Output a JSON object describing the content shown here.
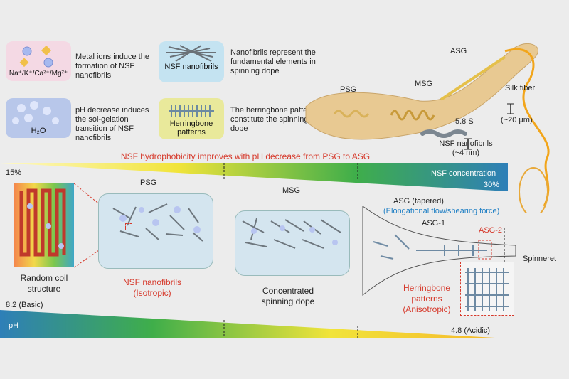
{
  "legend": {
    "metal_ions": {
      "tile_label": "Na⁺/K⁺/Ca²⁺/Mg²⁺",
      "desc": "Metal ions induce the formation of NSF nanofibrils"
    },
    "ph_water": {
      "tile_label": "H₂O",
      "desc": "pH decrease induces the sol-gelation transition of NSF nanofibrils"
    },
    "nsf_nanofibrils": {
      "tile_label": "NSF nanofibrils",
      "desc": "Nanofibrils represent the fundamental elements in spinning dope"
    },
    "herringbone": {
      "tile_label": "Herringbone patterns",
      "desc": "The  herringbone patterns constitute the spinning dope"
    }
  },
  "silkworm": {
    "labels": {
      "psg": "PSG",
      "msg": "MSG",
      "asg": "ASG"
    },
    "silk_fiber": "Silk fiber",
    "fiber_size": "(~20 μm)",
    "sedimentation": "5.8 S",
    "nanofibril_label": "NSF nanofibrils",
    "nanofibril_size": "(~4 nm)"
  },
  "hydrophobicity_label": "NSF hydrophobicity improves with pH decrease from PSG to ASG",
  "concentration_bar": {
    "start": "15%",
    "label": "NSF concentration",
    "end": "30%"
  },
  "section_labels": {
    "psg": "PSG",
    "msg": "MSG",
    "asg": "ASG (tapered)",
    "flow": "(Elongational flow/shearing force)",
    "asg1": "ASG-1",
    "asg2": "ASG-2",
    "spinneret": "Spinneret"
  },
  "captions": {
    "random_coil": "Random coil structure",
    "nsf_isotropic": "NSF nanofibrils (Isotropic)",
    "concentrated": "Concentrated spinning dope",
    "herringbone_aniso": "Herringbone patterns (Anisotropic)"
  },
  "ph_bar": {
    "start": "8.2 (Basic)",
    "label": "pH",
    "end": "4.8 (Acidic)"
  },
  "colors": {
    "accent_red": "#d6392b",
    "accent_blue": "#1f7fc4",
    "bar_blue": "#2e7fb8",
    "bar_yellow": "#f1e43a",
    "bar_green": "#3fae4a"
  }
}
